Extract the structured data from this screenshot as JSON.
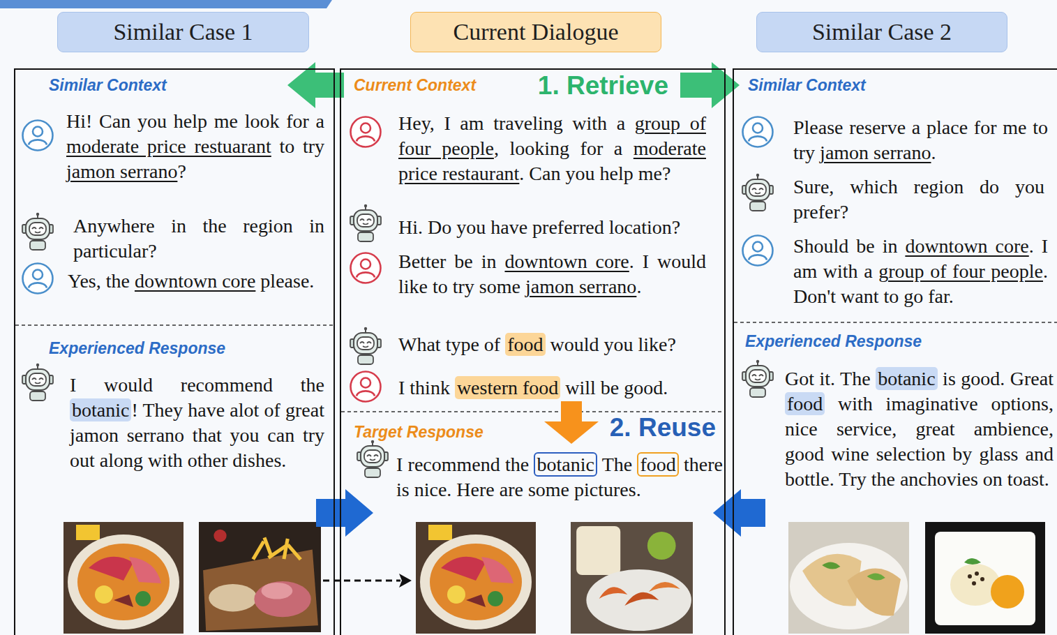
{
  "diagram": {
    "nodes": [
      {
        "text": [
          "Similar Case 1"
        ]
      },
      {
        "text": [
          "Current Dialogue"
        ]
      },
      {
        "text": [
          "Similar Case 2"
        ]
      },
      {
        "text": [
          "Similar Context",
          "Experienced Response"
        ]
      },
      {
        "text": [
          "Current Context",
          "Target Response"
        ]
      },
      {
        "text": [
          "Similar Context",
          "Experienced Response"
        ]
      }
    ],
    "edges": [
      {
        "from": 4,
        "to": 3,
        "arrow": "to"
      },
      {
        "from": 4,
        "to": 5,
        "arrow": "to"
      },
      {
        "from": 3,
        "to": 4,
        "arrow": "to"
      },
      {
        "from": 5,
        "to": 4,
        "arrow": "to"
      }
    ],
    "labels": [
      "1. Retrieve",
      "2. Reuse",
      "Hi! Can you help me look for a ",
      "moderate price restuarant",
      " to try ",
      "jamon serrano",
      "?",
      "Anywhere in the region in particular?",
      "Yes, the ",
      "downtown core",
      " please.",
      "I would recommend the ",
      "botanic",
      "! They have alot of great jamon serrano that you can try out along with other dishes.",
      "Hey, I am traveling with a ",
      "group of four people",
      ", looking for a ",
      "moderate price restaurant",
      ". Can you help me?",
      "Hi. Do you have preferred location?",
      "Better be in ",
      "downtown core",
      ". I would like to try some ",
      "jamon serrano",
      ".",
      "What type of ",
      "food",
      " would you like?",
      "I think ",
      "western food",
      " will be good.",
      "I recommend the ",
      "botanic",
      " The ",
      "food",
      " there is nice. Here are some pictures.",
      "Please reserve a place for me to try ",
      "jamon serrano",
      ".",
      "Sure, which region do you prefer?",
      "Should be in ",
      "downtown core",
      ". I am with a ",
      "group of four people",
      ". Don't want to go far.",
      "Got it. The ",
      "botanic",
      " is good. Great ",
      "food",
      " with imaginative options, nice service, great ambience, good wine selection by glass and bottle. Try the anchovies on toast."
    ]
  }
}
